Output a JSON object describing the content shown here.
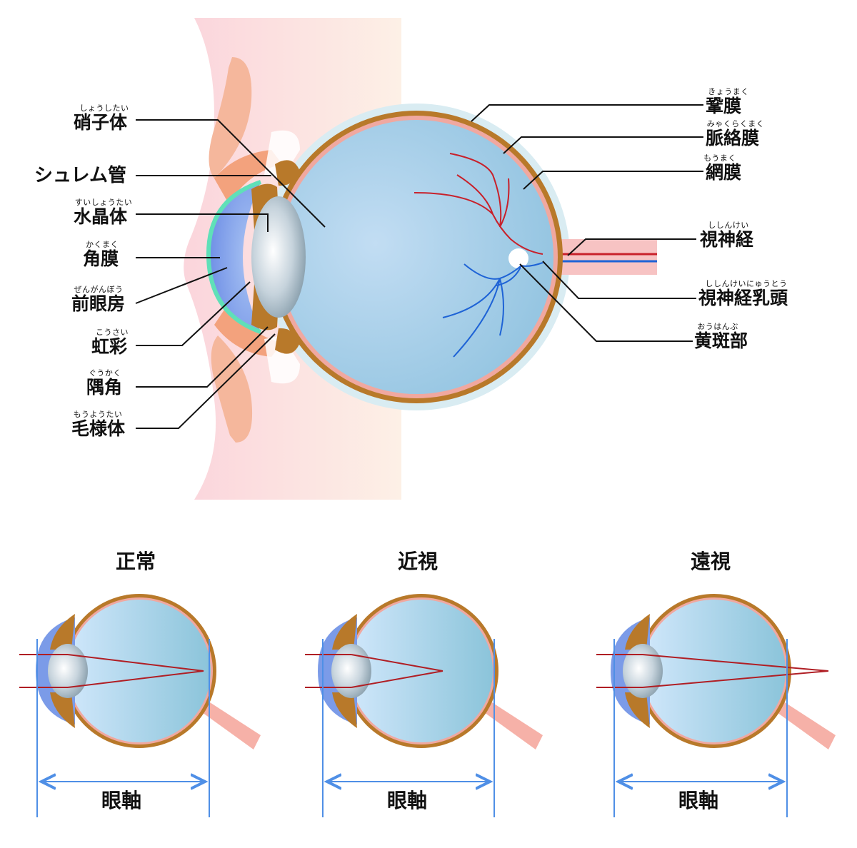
{
  "anatomy": {
    "left_labels": [
      {
        "id": "vitreous",
        "ruby": "しょうしたい",
        "text": "硝子体"
      },
      {
        "id": "schlemm",
        "ruby": "",
        "text": "シュレム管"
      },
      {
        "id": "lens",
        "ruby": "すいしょうたい",
        "text": "水晶体"
      },
      {
        "id": "cornea",
        "ruby": "かくまく",
        "text": "角膜"
      },
      {
        "id": "anterior-chamber",
        "ruby": "ぜんがんぼう",
        "text": "前眼房"
      },
      {
        "id": "iris",
        "ruby": "こうさい",
        "text": "虹彩"
      },
      {
        "id": "angle",
        "ruby": "ぐうかく",
        "text": "隅角"
      },
      {
        "id": "ciliary-body",
        "ruby": "もうようたい",
        "text": "毛様体"
      }
    ],
    "right_labels": [
      {
        "id": "sclera",
        "ruby": "きょうまく",
        "text": "鞏膜"
      },
      {
        "id": "choroid",
        "ruby": "みゃくらくまく",
        "text": "脈絡膜"
      },
      {
        "id": "retina",
        "ruby": "もうまく",
        "text": "網膜"
      },
      {
        "id": "optic-nerve",
        "ruby": "ししんけい",
        "text": "視神経"
      },
      {
        "id": "optic-disc",
        "ruby": "ししんけいにゅうとう",
        "text": "視神経乳頭"
      },
      {
        "id": "macula",
        "ruby": "おうはんぶ",
        "text": "黄斑部"
      }
    ]
  },
  "comparison": {
    "panels": [
      {
        "id": "normal",
        "title": "正常",
        "axis_label": "眼軸"
      },
      {
        "id": "myopia",
        "title": "近視",
        "axis_label": "眼軸"
      },
      {
        "id": "hyperopia",
        "title": "遠視",
        "axis_label": "眼軸"
      }
    ]
  },
  "colors": {
    "sclera_brown": "#b8792a",
    "vitreous_blue": "#a9d3ec",
    "retina_pink": "#f0a8a0",
    "artery_red": "#c8202a",
    "vein_blue": "#1e63d6",
    "axis_blue": "#4f8fe6",
    "skin_pink": "#fbd9df",
    "light_ray_red": "#b01e24"
  }
}
